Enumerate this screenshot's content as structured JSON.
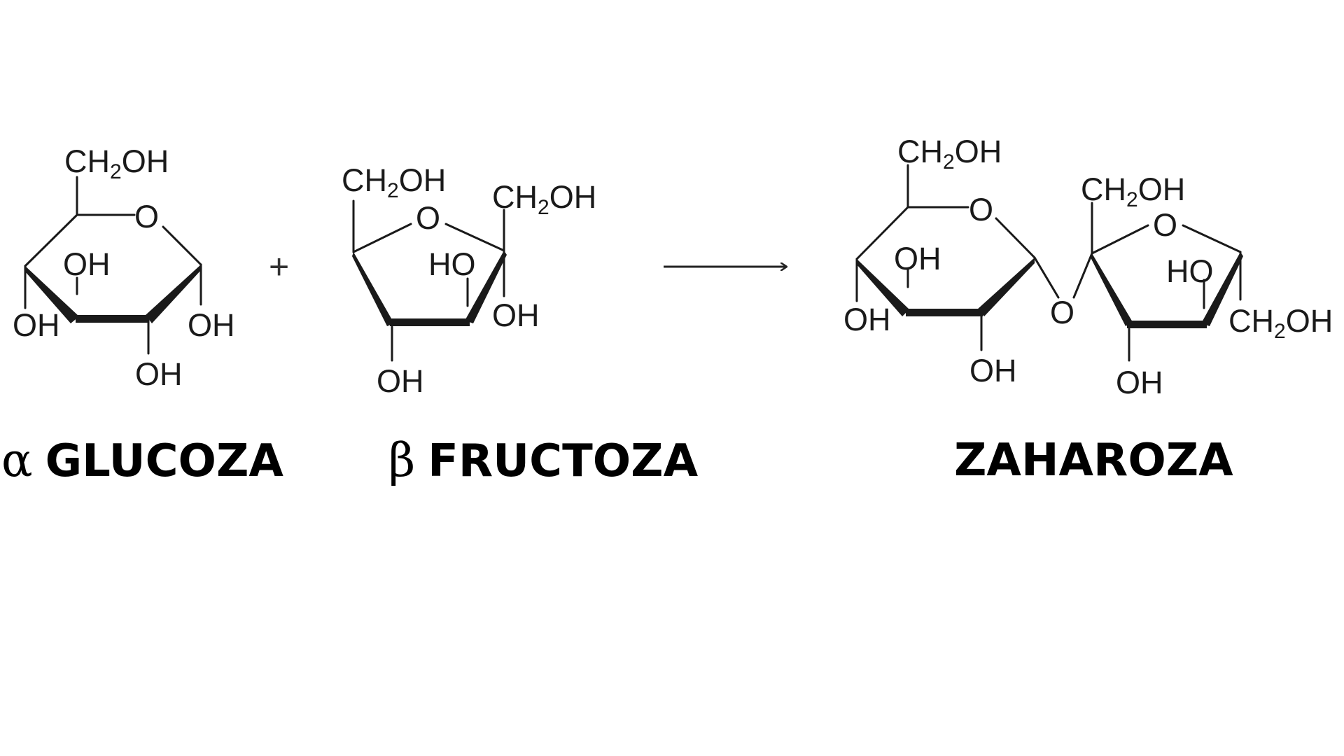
{
  "reactant1": {
    "name": "GLUCOZA",
    "anomer": "α",
    "labels": {
      "ring_o": "O",
      "top": "CH2OH",
      "oh_inner": "OH",
      "oh_left": "OH",
      "oh_right": "OH",
      "oh_bottom": "OH"
    }
  },
  "operator": "+",
  "reactant2": {
    "name": "FRUCTOZA",
    "anomer": "β",
    "labels": {
      "ring_o": "O",
      "left_top": "CH2OH",
      "right_top": "CH2OH",
      "ho_inner": "HO",
      "oh_right": "OH",
      "oh_bottom": "OH"
    }
  },
  "product": {
    "name": "ZAHAROZA",
    "labels": {
      "glc_top": "CH2OH",
      "glc_ring_o": "O",
      "glc_oh_inner": "OH",
      "glc_oh_left": "OH",
      "glc_oh_bottom": "OH",
      "bridge_o": "O",
      "fru_top": "CH2OH",
      "fru_ring_o": "O",
      "fru_ho_inner": "HO",
      "fru_right": "CH2OH",
      "fru_oh_bottom": "OH"
    }
  },
  "colors": {
    "ink": "#1a1a1a",
    "background": "#ffffff"
  }
}
